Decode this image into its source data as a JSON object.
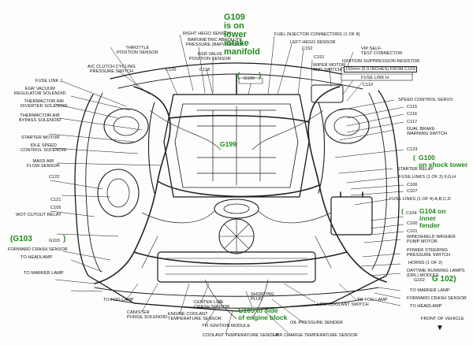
{
  "labels_left": {
    "throttle": "THROTTLE\nPOSITION SENSOR",
    "ac_cycling": "A/C CLUTCH CYCLING\nPRESSURE SWITCH",
    "fuse_link_j": "FUSE LINK J",
    "egr_vacuum": "EGR VACUUM\nREGULATOR SOLENOID",
    "thermactor_diverter": "THERMACTOR AIR\nDIVERTER SOLENOID",
    "thermactor_bypass": "THERMACTOR AIR\nBYPASS SOLENOID",
    "starter_motor": "STARTER MOTOR",
    "idle_speed": "IDLE SPEED\nCONTROL SOLENOID",
    "mass_air": "MASS AIR\nFLOW SENSOR",
    "c122": "C122",
    "c121": "C121",
    "c105": "C105",
    "wot_cutout": "WOT CUTOUT RELAY",
    "g103_small": "G103",
    "forward_crash": "FORWARD CRASH SENSOR",
    "to_headlamp": "TO HEADLAMP",
    "to_marker": "TO MARKER LAMP"
  },
  "labels_top": {
    "right_hego": "RIGHT HEGO SENSOR",
    "barometric": "BAROMETRIC ABSOLUTE\nPRESSURE (BAP) SENSOR",
    "egr_valve": "EGR VALVE\nPOSITION SENSOR",
    "c125": "C125",
    "c118": "C118",
    "g109_small": "G109",
    "fuel_injector": "FUEL INJECTOR CONNECTORS (1 OF 8)",
    "left_hego": "LEFT HEGO SENSOR",
    "c152": "C152",
    "c151": "C151",
    "wiper_motor": "WIPER MOTOR\nAND SWITCH",
    "vip_self_test": "VIP SELF-\nTEST CONNECTOR",
    "ignition_suppression": "IGNITION SUPPRESSION RESISTOR",
    "ignition_distance": "150mm (5.9 INCHES) FROM C109",
    "fuse_link_h": "FUSE LINK H",
    "c110": "C110"
  },
  "labels_right": {
    "speed_control": "SPEED CONTROL SERVO",
    "c115": "C115",
    "c116": "C116",
    "c117": "C117",
    "dual_brake": "DUAL BRAKE\nWARNING SWITCH",
    "c123": "C123",
    "starter_relay": "STARTER RELAY",
    "fuse_links_3": "FUSE LINKS (1 OF 3) F,G,H",
    "c106": "C106",
    "c107": "C107",
    "fuse_links_4": "FUSE LINKS (1 OF 4) A,B,C,D",
    "c104": "C104",
    "c100": "C100",
    "c101": "C101",
    "windshield_washer": "WINDSHIELD WASHER\nPUMP MOTOR",
    "power_steering": "POWER STEERING\nPRESSURE SWITCH",
    "horns": "HORNS (1 OF 2)",
    "daytime_running": "DAYTIME RUNNING LAMPS\n(DRL) MODULE",
    "g102_small": "G102",
    "to_marker_r": "TO MARKER LAMP",
    "forward_crash_r": "FORWARD CRASH SENSOR",
    "to_headlamp_r": "TO HEADLAMP",
    "front_of_vehicle": "FRONT OF VEHICLE"
  },
  "labels_bottom": {
    "to_fog_left": "TO FOG LAMP",
    "canister": "CANISTER\nPURGE SOLENOID",
    "engine_coolant_temp": "ENGINE COOLANT\nTEMPERATURE SENSOR",
    "centerline_crash": "CENTER LINE\nCRASH SENSOR",
    "tfi_ignition": "TFI IGNITION MODULE",
    "coolant_temp_sender": "COOLANT TEMPERATURE SENDER",
    "shorting_plug": "SHORTING\nPLUG",
    "oil_pressure": "OIL PRESSURE SENDER",
    "low_coolant": "LOW COOLANT SWITCH",
    "air_charge": "AIR CHARGE TEMPERATURE SENSOR",
    "to_fog_right": "TO FOG LAMP"
  },
  "annotations": {
    "g109": "G109\nis on\nlower\nintake\nmanifold",
    "g199": "G199",
    "g100": "G100\non shock tower",
    "g104": "G104 on\ninner\nfender",
    "g103": "(G103",
    "g103_close": ")",
    "g102": "G 102)",
    "g104_paren": "(",
    "g100_paren": "(",
    "g105": "G105 to side\nof engine block",
    "g109_paren": "(",
    "g109_paren_close": ")"
  },
  "icons": {
    "front_arrow": "down-arrow-icon"
  }
}
